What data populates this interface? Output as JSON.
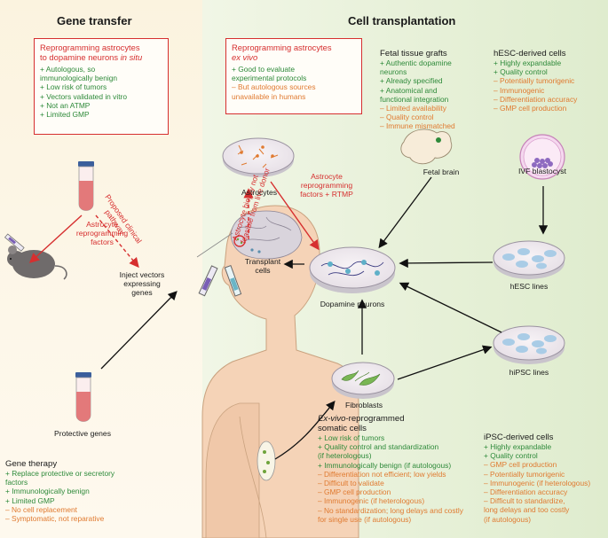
{
  "headers": {
    "gene_transfer": "Gene transfer",
    "cell_transplantation": "Cell transplantation"
  },
  "box_in_situ": {
    "title_line1": "Reprogramming astrocytes",
    "title_line2_prefix": "to dopamine neurons ",
    "title_line2_italic": "in situ",
    "items": [
      "+ Autologous, so",
      "   immunologically benign",
      "+ Low risk of tumors",
      "+ Vectors validated in vitro",
      "+ Not an ATMP",
      "+ Limited GMP"
    ]
  },
  "box_ex_vivo": {
    "title_line1": "Reprogramming astrocytes",
    "title_line2_italic": "ex vivo",
    "pros": [
      "+ Good to evaluate",
      "   experimental protocols"
    ],
    "cons": [
      "– But autologous sources",
      "   unavailable in humans"
    ]
  },
  "fetal_grafts": {
    "title": "Fetal tissue grafts",
    "pros": [
      "+ Authentic dopamine",
      "   neurons",
      "+ Already specified",
      "+ Anatomical and",
      "   functional integration"
    ],
    "cons": [
      "– Limited availability",
      "– Quality control",
      "– Immune mismatched"
    ]
  },
  "hesc_cells": {
    "title": "hESC-derived cells",
    "pros": [
      "+ Highly expandable",
      "+ Quality control"
    ],
    "cons": [
      "– Potentially tumorigenic",
      "– Immunogenic",
      "– Differentiation accuracy",
      "– GMP cell production"
    ]
  },
  "ex_vivo_somatic": {
    "title_italic": "Ex-vivo",
    "title_rest": "-reprogrammed",
    "title_line2": "somatic cells",
    "pros": [
      "+ Low risk of tumors",
      "+ Quality control and standardization",
      "   (if heterologous)",
      "+ Immunologically benign (if autologous)"
    ],
    "cons": [
      "– Differentiation not efficient; low yields",
      "– Difficult to validate",
      "– GMP cell production",
      "– Immunogenic (if heterologous)",
      "– No standardization; long delays and costly",
      "   for single use (if autologous)"
    ]
  },
  "ipsc_cells": {
    "title": "iPSC-derived cells",
    "pros": [
      "+ Highly expandable",
      "+ Quality control"
    ],
    "cons": [
      "– GMP cell production",
      "– Potentially tumorigenic",
      "– Immunogenic (if heterologous)",
      "– Differentiation accuracy",
      "– Difficult to standardize,",
      "   long delays and too costly",
      "   (if autologous)"
    ]
  },
  "gene_therapy": {
    "title": "Gene therapy",
    "pros": [
      "+ Replace protective or secretory",
      "   factors",
      "+ Immunologically benign",
      "+ Limited GMP"
    ],
    "cons": [
      "– No cell replacement",
      "– Symptomatic, not reparative"
    ]
  },
  "labels": {
    "astrocyte_factors": [
      "Astrocyte",
      "reprogramming",
      "factors"
    ],
    "proposed_pathway": [
      "Proposed clinical",
      "pathway"
    ],
    "inject_vectors": [
      "Inject vectors",
      "expressing",
      "genes"
    ],
    "protective_genes": "Protective genes",
    "astrocytes": "Astrocytes",
    "astro_factors_rtmp": [
      "Astrocyte",
      "reprogramming",
      "factors + RTMP"
    ],
    "biopsy": [
      "Astrocyte biopsy not",
      "feasible from live donor"
    ],
    "transplant_cells": [
      "Transplant",
      "cells"
    ],
    "dopamine_neurons": "Dopamine neurons",
    "fetal_brain": "Fetal brain",
    "ivf_blastocyst": "IVF blastocyst",
    "hesc_lines": "hESC lines",
    "hipsc_lines": "hiPSC lines",
    "fibroblasts": "Fibroblasts"
  }
}
